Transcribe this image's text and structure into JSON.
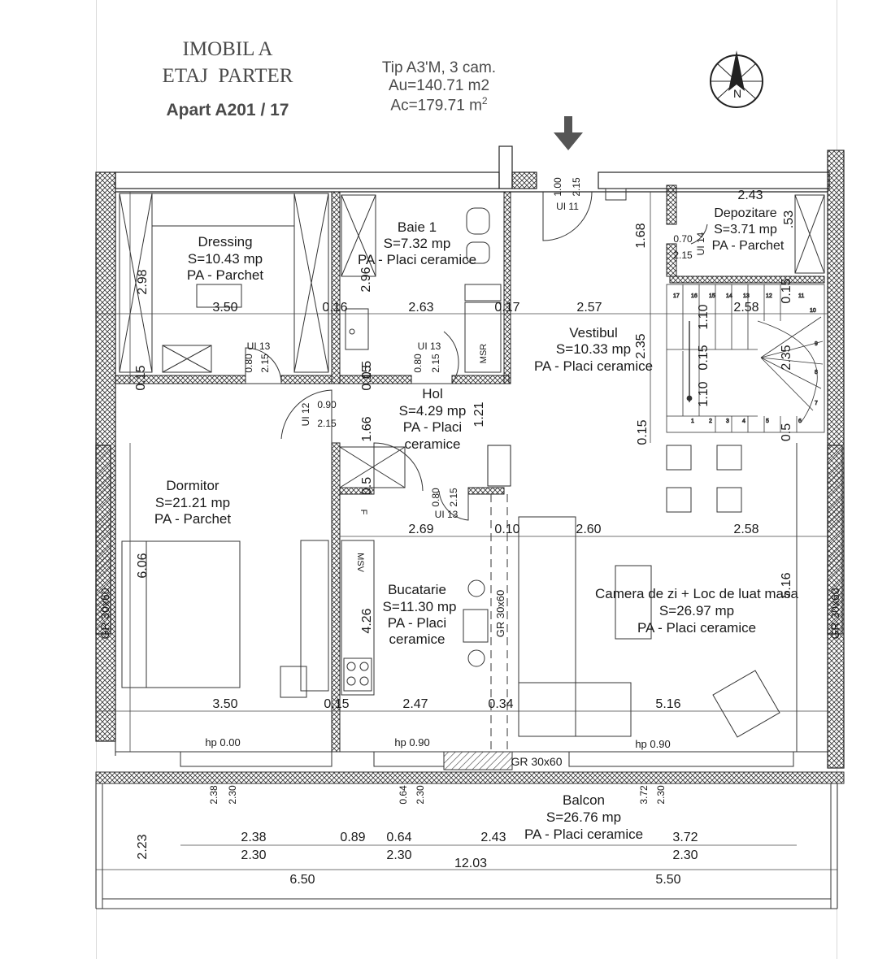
{
  "header": {
    "building": "IMOBIL A",
    "floor": "ETAJ  PARTER",
    "apartment": "Apart A201 / 17",
    "type": "Tip A3'M, 3 cam.",
    "au": "Au=140.71 m2",
    "ac": "Ac=179.71 m",
    "ac_sup": "2"
  },
  "compass": {
    "label": "N"
  },
  "rooms": {
    "dressing": [
      "Dressing",
      "S=10.43 mp",
      "PA - Parchet"
    ],
    "baie": [
      "Baie 1",
      "S=7.32 mp",
      "PA - Placi ceramice"
    ],
    "depozitare": [
      "Depozitare",
      "S=3.71 mp",
      "PA - Parchet"
    ],
    "vestibul": [
      "Vestibul",
      "S=10.33 mp",
      "PA - Placi ceramice"
    ],
    "hol": [
      "Hol",
      "S=4.29 mp",
      "PA - Placi",
      "ceramice"
    ],
    "dormitor": [
      "Dormitor",
      "S=21.21 mp",
      "PA - Parchet"
    ],
    "bucatarie": [
      "Bucatarie",
      "S=11.30 mp",
      "PA - Placi",
      "ceramice"
    ],
    "camera": [
      "Camera de zi + Loc de luat masa",
      "S=26.97 mp",
      "PA - Placi ceramice"
    ],
    "balcon": [
      "Balcon",
      "S=26.76 mp",
      "PA - Placi ceramice"
    ]
  },
  "dims": {
    "d_350a": "3.50",
    "d_016": "0.16",
    "d_263": "2.63",
    "d_017": "0.17",
    "d_257": "2.57",
    "d_258a": "2.58",
    "d_269": "2.69",
    "d_010": "0.10",
    "d_260": "2.60",
    "d_258b": "2.58",
    "d_350b": "3.50",
    "d_015": "0.15",
    "d_247": "2.47",
    "d_034": "0.34",
    "d_516": "5.16",
    "d_243top": "2.43",
    "d_243bal": "2.43",
    "d_238": "2.38",
    "d_230a": "2.30",
    "d_089": "0.89",
    "d_064": "0.64",
    "d_230b": "2.30",
    "d_372": "3.72",
    "d_230c": "2.30",
    "d_1203": "12.03",
    "d_650": "6.50",
    "d_550": "5.50",
    "v_298": "2.98",
    "v_296": "2.96",
    "v_168": "1.68",
    "v_235a": "2.35",
    "v_235b": "2.35",
    "v_606": "6.06",
    "v_426": "4.26",
    "v_166": "1.66",
    "v_121": "1.21",
    "v_516": "5.16",
    "v_223": "2.23",
    "v_015a": "0.15",
    "v_015b": "0.15",
    "v_015c": "0.15",
    "v_015d": "0.5",
    "v_015e": "0.15",
    "v_015f": "0.5",
    "v_015g": "0.5",
    "v_015h": "0.15",
    "v_053": ".53",
    "v_110a": "1.10",
    "v_110b": "1.10",
    "v_015i": "0.15",
    "hp1": "hp 0.00",
    "hp2": "hp 0.90",
    "hp3": "hp 0.90",
    "gr_left": "GR 30x60",
    "gr_right": "GR 30x60",
    "gr_mid": "GR 30x60",
    "gr_bottom": "GR 30x60"
  },
  "doors": {
    "ui11_a": "1.00",
    "ui11_b": "2.15",
    "ui11_c": "UI 11",
    "ui14_a": "0.70",
    "ui14_b": "2.15",
    "ui14_c": "UI 14",
    "ui13a_a": "0.80",
    "ui13a_b": "2.15",
    "ui13a_c": "UI 13",
    "ui13b_a": "0.80",
    "ui13b_b": "2.15",
    "ui13b_c": "UI 13",
    "ui12_a": "0.90",
    "ui12_b": "2.15",
    "ui12_c": "UI 12",
    "ui13c_a": "0.80",
    "ui13c_b": "2.15",
    "ui13c_c": "UI 13",
    "win_a1": "2.38",
    "win_a2": "2.30",
    "win_b1": "0.64",
    "win_b2": "2.30",
    "win_c1": "3.72",
    "win_c2": "2.30"
  },
  "fixtures": {
    "msr": "MSR",
    "msv": "MSV",
    "f": "F"
  },
  "stairs": [
    "1",
    "2",
    "3",
    "4",
    "5",
    "6",
    "7",
    "8",
    "9",
    "10",
    "11",
    "12",
    "13",
    "14",
    "15",
    "16",
    "17"
  ]
}
